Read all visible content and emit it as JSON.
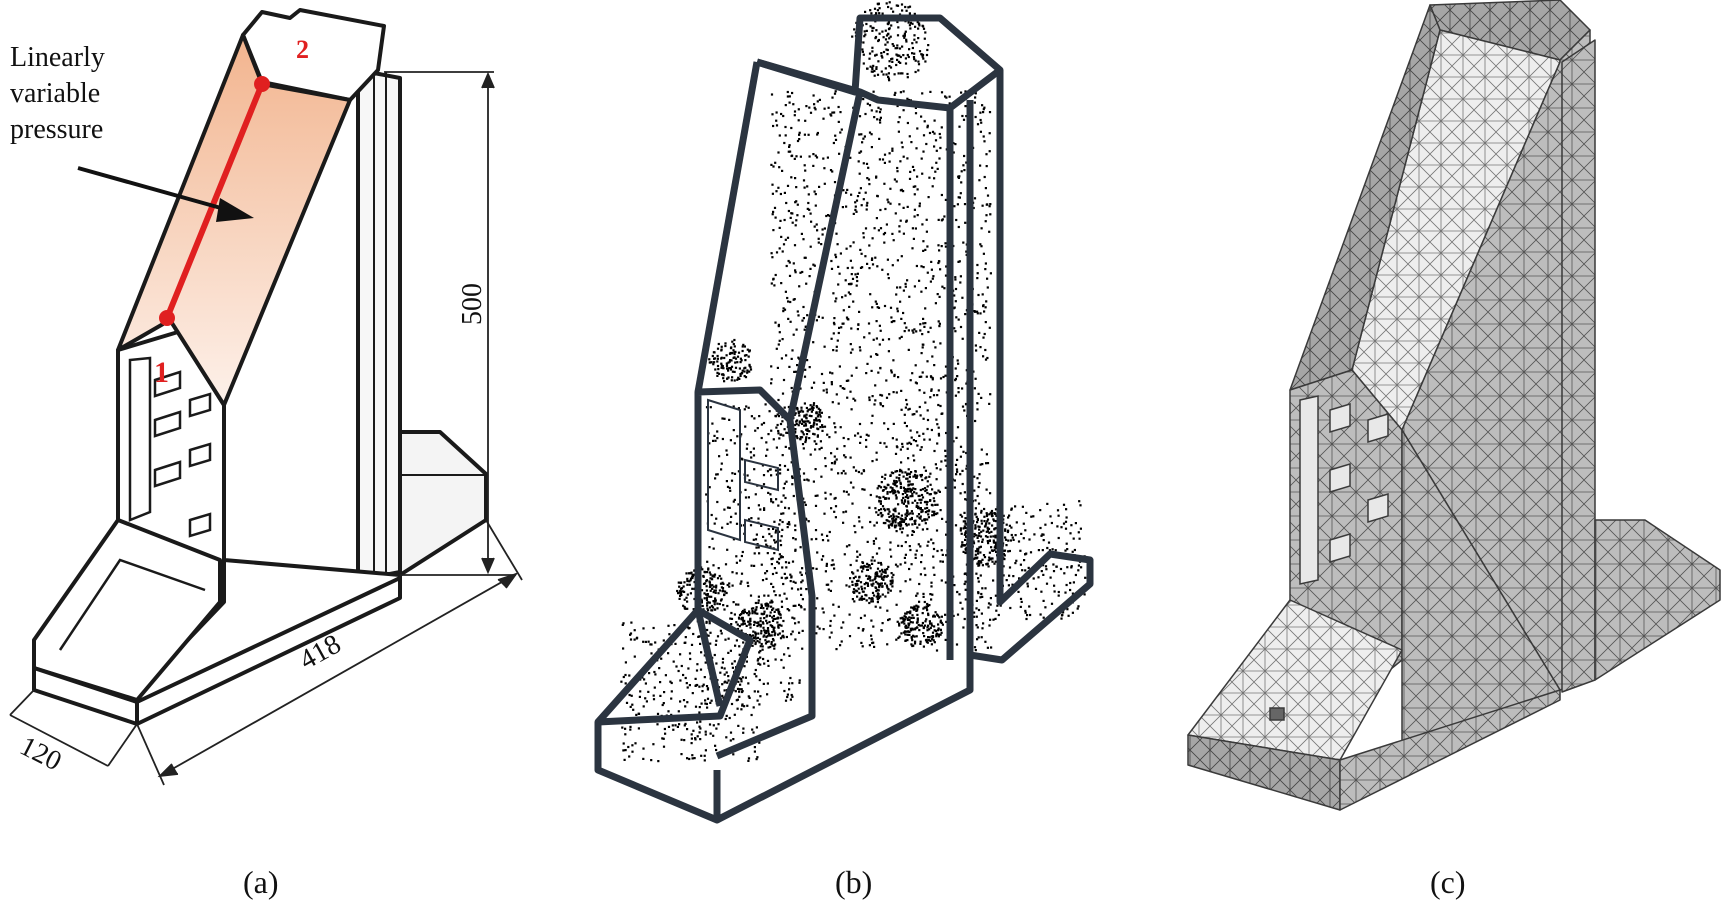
{
  "panels": [
    {
      "id": "a",
      "label": "(a)",
      "annotation": {
        "line1": "Linearly",
        "line2": "variable",
        "line3": "pressure"
      },
      "points": {
        "p1": "1",
        "p2": "2"
      },
      "dimensions": {
        "height": "500",
        "length": "418",
        "width": "120"
      },
      "colors": {
        "pressure_top": "#f2b48e",
        "pressure_bottom": "#fdf1ea",
        "pressure_line": "#e02020",
        "outline": "#1a1a1a"
      }
    },
    {
      "id": "b",
      "label": "(b)",
      "colors": {
        "outline": "#2b3440",
        "points": "#000000"
      }
    },
    {
      "id": "c",
      "label": "(c)",
      "colors": {
        "mesh_fill": "#b9b9b9",
        "mesh_light": "#e6e6e6",
        "mesh_line": "#3a3a3a"
      }
    }
  ]
}
